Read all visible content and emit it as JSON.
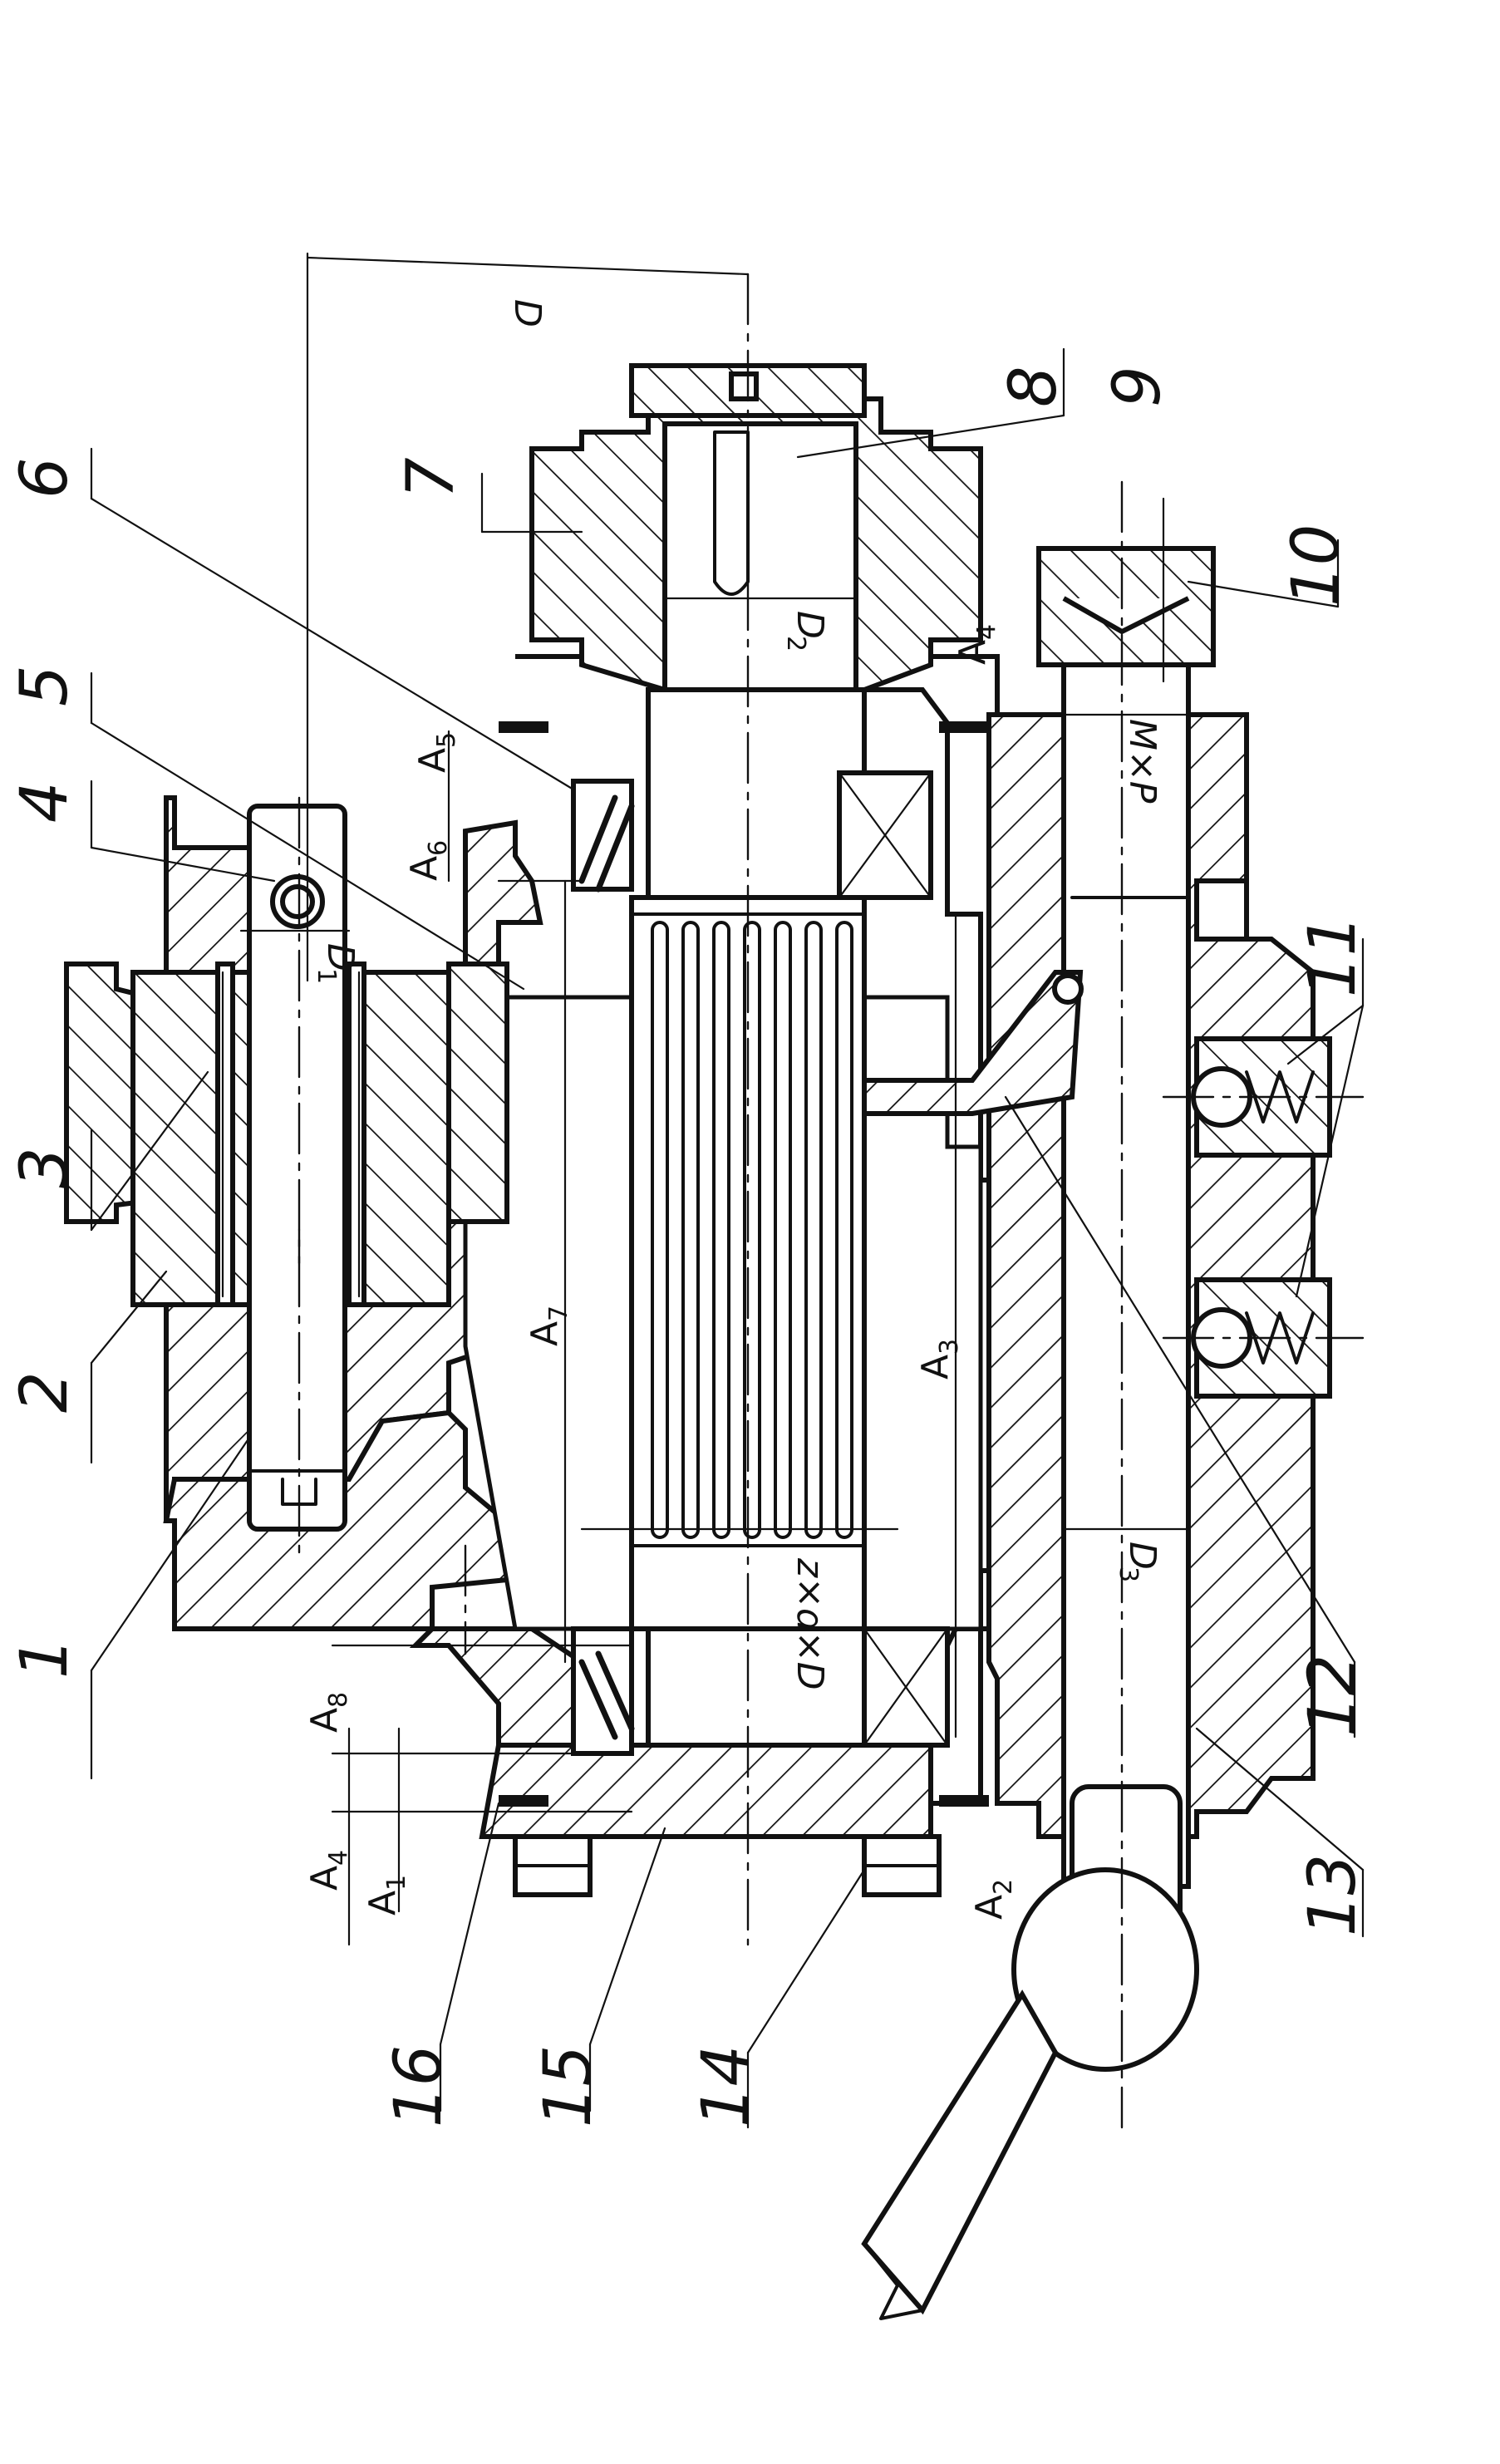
{
  "drawing": {
    "part_labels": [
      "1",
      "2",
      "3",
      "4",
      "5",
      "6",
      "7",
      "8",
      "9",
      "10",
      "11",
      "12",
      "13",
      "14",
      "15",
      "16"
    ],
    "dimension_labels": {
      "D": "D",
      "D1": "D",
      "D1_sub": "1",
      "D2": "D",
      "D2_sub": "2",
      "D3": "D",
      "D3_sub": "3",
      "spline": "z×d×D",
      "thread": "M×P",
      "A1": "A",
      "A1_sub": "1",
      "A2": "A",
      "A2_sub": "2",
      "A3": "A",
      "A3_sub": "3",
      "A4": "A",
      "A4_sub": "4",
      "A4b": "A",
      "A4b_sub": "4",
      "A5": "A",
      "A5_sub": "5",
      "A6": "A",
      "A6_sub": "6",
      "A7": "A",
      "A7_sub": "7",
      "A8": "A",
      "A8_sub": "8"
    }
  }
}
